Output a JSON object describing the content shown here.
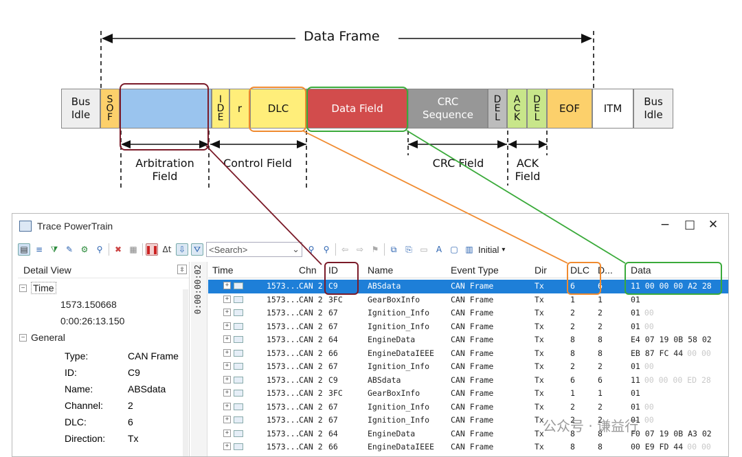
{
  "diagram": {
    "data_frame_label": "Data Frame",
    "fields": {
      "bus_idle_left": "Bus\nIdle",
      "sof": "S\nO\nF",
      "ide": "I\nD\nE",
      "r": "r",
      "dlc": "DLC",
      "data_field": "Data Field",
      "crc_sequence": "CRC\nSequence",
      "del1": "D\nE\nL",
      "ack": "A\nC\nK",
      "del2": "D\nE\nL",
      "eof": "EOF",
      "itm": "ITM",
      "bus_idle_right": "Bus\nIdle"
    },
    "brackets": {
      "arbitration": "Arbitration\nField",
      "control": "Control Field",
      "crc": "CRC Field",
      "ack": "ACK\nField"
    },
    "colors": {
      "arbitration_box": "#7a1a28",
      "dlc_box": "#f08a2e",
      "data_box": "#3aaa3a",
      "sof": "#fcd06b",
      "dlc_fill": "#ffee7a",
      "data_fill": "#d24c4c",
      "crc_fill": "#979797",
      "ack_fill": "#c8e68a",
      "eof": "#fcd06b",
      "id_fill": "#9ac4ee"
    }
  },
  "window": {
    "title": "Trace PowerTrain",
    "minimize": "−",
    "maximize": "□",
    "close": "✕",
    "search_placeholder": "<Search>",
    "initial_label": "Initial",
    "detail_view": "Detail View",
    "tree": {
      "time_label": "Time",
      "time_value1": "1573.150668",
      "time_value2": "0:00:26:13.150",
      "general_label": "General",
      "props": [
        [
          "Type:",
          "CAN Frame"
        ],
        [
          "ID:",
          "C9"
        ],
        [
          "Name:",
          "ABSdata"
        ],
        [
          "Channel:",
          "2"
        ],
        [
          "DLC:",
          "6"
        ],
        [
          "Direction:",
          "Tx"
        ]
      ]
    },
    "vertical_time": "0:00:00:02",
    "columns": {
      "time": "Time",
      "chn": "Chn",
      "id": "ID",
      "name": "Name",
      "event": "Event Type",
      "dir": "Dir",
      "dlc": "DLC",
      "d": "D...",
      "data": "Data"
    },
    "rows": [
      {
        "time": "1573...",
        "chn": "CAN 2",
        "id": "C9",
        "name": "ABSdata",
        "event": "CAN Frame",
        "dir": "Tx",
        "dlc": "6",
        "d": "6",
        "data": "11 00 00 00 A2 28",
        "faint": ""
      },
      {
        "time": "1573...",
        "chn": "CAN 2",
        "id": "3FC",
        "name": "GearBoxInfo",
        "event": "CAN Frame",
        "dir": "Tx",
        "dlc": "1",
        "d": "1",
        "data": "01",
        "faint": ""
      },
      {
        "time": "1573...",
        "chn": "CAN 2",
        "id": "67",
        "name": "Ignition_Info",
        "event": "CAN Frame",
        "dir": "Tx",
        "dlc": "2",
        "d": "2",
        "data": "01",
        "faint": "00"
      },
      {
        "time": "1573...",
        "chn": "CAN 2",
        "id": "67",
        "name": "Ignition_Info",
        "event": "CAN Frame",
        "dir": "Tx",
        "dlc": "2",
        "d": "2",
        "data": "01",
        "faint": "00"
      },
      {
        "time": "1573...",
        "chn": "CAN 2",
        "id": "64",
        "name": "EngineData",
        "event": "CAN Frame",
        "dir": "Tx",
        "dlc": "8",
        "d": "8",
        "data": "E4 07 19 0B 58 02",
        "faint": ""
      },
      {
        "time": "1573...",
        "chn": "CAN 2",
        "id": "66",
        "name": "EngineDataIEEE",
        "event": "CAN Frame",
        "dir": "Tx",
        "dlc": "8",
        "d": "8",
        "data": "EB 87 FC 44",
        "faint": "00 00"
      },
      {
        "time": "1573...",
        "chn": "CAN 2",
        "id": "67",
        "name": "Ignition_Info",
        "event": "CAN Frame",
        "dir": "Tx",
        "dlc": "2",
        "d": "2",
        "data": "01",
        "faint": "00"
      },
      {
        "time": "1573...",
        "chn": "CAN 2",
        "id": "C9",
        "name": "ABSdata",
        "event": "CAN Frame",
        "dir": "Tx",
        "dlc": "6",
        "d": "6",
        "data": "11",
        "faint": "00 00 00 ED 28"
      },
      {
        "time": "1573...",
        "chn": "CAN 2",
        "id": "3FC",
        "name": "GearBoxInfo",
        "event": "CAN Frame",
        "dir": "Tx",
        "dlc": "1",
        "d": "1",
        "data": "01",
        "faint": ""
      },
      {
        "time": "1573...",
        "chn": "CAN 2",
        "id": "67",
        "name": "Ignition_Info",
        "event": "CAN Frame",
        "dir": "Tx",
        "dlc": "2",
        "d": "2",
        "data": "01",
        "faint": "00"
      },
      {
        "time": "1573...",
        "chn": "CAN 2",
        "id": "67",
        "name": "Ignition_Info",
        "event": "CAN Frame",
        "dir": "Tx",
        "dlc": "2",
        "d": "2",
        "data": "01",
        "faint": "00"
      },
      {
        "time": "1573...",
        "chn": "CAN 2",
        "id": "64",
        "name": "EngineData",
        "event": "CAN Frame",
        "dir": "Tx",
        "dlc": "8",
        "d": "8",
        "data": "F0 07 19 0B A3 02",
        "faint": ""
      },
      {
        "time": "1573...",
        "chn": "CAN 2",
        "id": "66",
        "name": "EngineDataIEEE",
        "event": "CAN Frame",
        "dir": "Tx",
        "dlc": "8",
        "d": "8",
        "data": "00 E9 FD 44",
        "faint": "00 00"
      }
    ]
  },
  "watermark": "公众号 · 谦益行"
}
